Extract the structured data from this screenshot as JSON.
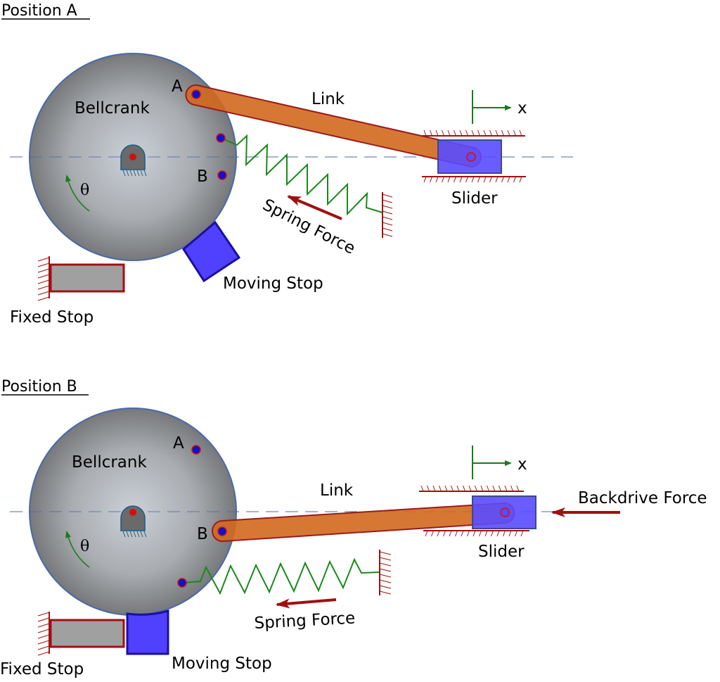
{
  "diagram": {
    "colors": {
      "bellcrank_outline": "#4a6aa8",
      "link_fill": "#d2691e",
      "link_outline": "#9b1b1b",
      "slider_fill": "#5a4bff",
      "slider_outline": "#3a4a8a",
      "ground_hatch": "#a01010",
      "spring": "#1a8a1a",
      "force_arrow": "#a01010",
      "axis_arrow": "#1a7a1a",
      "joint_fill": "#1010d0",
      "joint_outline": "#d01010",
      "centerline": "#4a6aa8",
      "fixed_stop_fill": "#a0a0a0",
      "moving_stop_fill": "#5040ff",
      "moving_stop_outline": "#1a10a0"
    },
    "positions": [
      {
        "id": "A",
        "heading": "Position A",
        "labels": {
          "bellcrank": "Bellcrank",
          "joint_a": "A",
          "joint_b": "B",
          "theta": "θ",
          "link": "Link",
          "slider": "Slider",
          "axis": "x",
          "spring_force": "Spring Force",
          "moving_stop": "Moving Stop",
          "fixed_stop": "Fixed Stop"
        }
      },
      {
        "id": "B",
        "heading": "Position B",
        "labels": {
          "bellcrank": "Bellcrank",
          "joint_a": "A",
          "joint_b": "B",
          "theta": "θ",
          "link": "Link",
          "slider": "Slider",
          "axis": "x",
          "spring_force": "Spring Force",
          "backdrive_force": "Backdrive Force",
          "moving_stop": "Moving Stop",
          "fixed_stop": "Fixed Stop"
        }
      }
    ]
  }
}
